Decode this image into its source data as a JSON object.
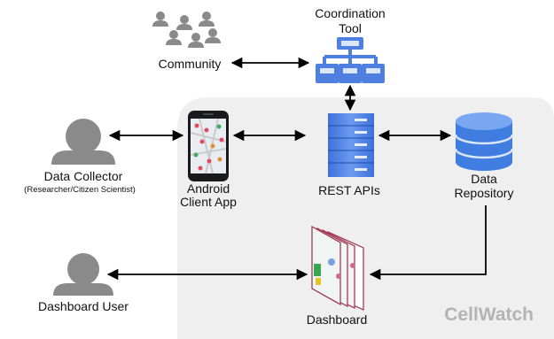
{
  "nodes": {
    "coordination_tool": {
      "label_line1": "Coordination",
      "label_line2": "Tool",
      "icon": "sitemap-icon",
      "color": "#4f7fe0"
    },
    "community": {
      "label": "Community",
      "icon": "people-group-icon"
    },
    "data_collector": {
      "label": "Data Collector",
      "sublabel": "(Researcher/Citizen Scientist)",
      "icon": "person-icon"
    },
    "android_app": {
      "label_line1": "Android",
      "label_line2": "Client App",
      "icon": "smartphone-icon"
    },
    "rest_apis": {
      "label": "REST APIs",
      "icon": "server-icon",
      "color": "#4f7fe0"
    },
    "data_repository": {
      "label_line1": "Data",
      "label_line2": "Repository",
      "icon": "database-icon",
      "color": "#3f7de0"
    },
    "dashboard_user": {
      "label": "Dashboard User",
      "icon": "person-icon"
    },
    "dashboard": {
      "label": "Dashboard",
      "icon": "dashboard-stack-icon"
    }
  },
  "system_region": {
    "label": "CellWatch",
    "background": "#efefef",
    "label_color": "#b3b3b3"
  },
  "colors": {
    "person": "#8a8a8a",
    "arrow": "#000000"
  }
}
